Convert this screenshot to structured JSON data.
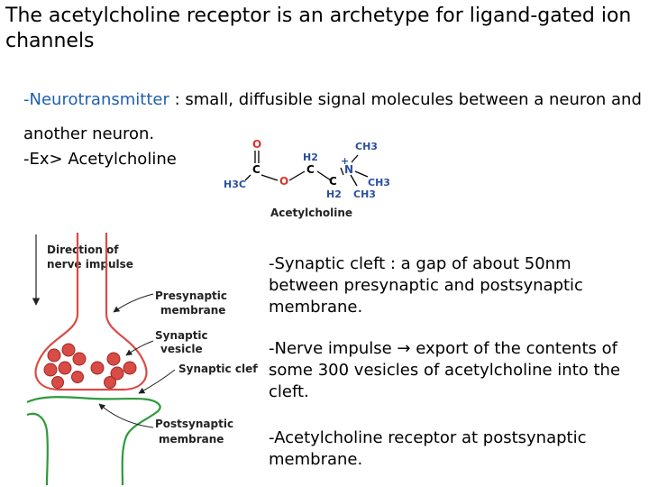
{
  "slide": {
    "title": "The acetylcholine receptor is an archetype for ligand-gated ion channels",
    "neuro_term": "-Neurotransmitter",
    "neuro_text": " : small, diffusible signal molecules between a neuron and another neuron.",
    "example": "-Ex> Acetylcholine",
    "bullets": [
      "-Synaptic cleft : a gap of about 50nm between presynaptic and postsynaptic membrane.",
      "-Nerve impulse → export of the contents of some 300 vesicles of acetylcholine into the cleft.",
      "-Acetylcholine receptor at postsynaptic membrane."
    ]
  },
  "molecule": {
    "name": "Acetylcholine",
    "labels": {
      "O_top": "O",
      "C1": "C",
      "H3C": "H3C",
      "O_ester": "O",
      "H2_a": "H2",
      "C2": "C",
      "C3": "C",
      "H2_b": "H2",
      "N": "N",
      "plus": "+",
      "CH3_top": "CH3",
      "CH3_right": "CH3",
      "CH3_bottom": "CH3"
    },
    "colors": {
      "oxygen": "#d9332b",
      "nitrogen": "#2a4fa0",
      "carbon": "#000000"
    }
  },
  "diagram": {
    "labels": {
      "direction_line1": "Direction of",
      "direction_line2": "nerve impulse",
      "pre_line1": "Presynaptic",
      "pre_line2": "membrane",
      "ves_line1": "Synaptic",
      "ves_line2": "vesicle",
      "cleft": "Synaptic cleft",
      "post_line1": "Postsynaptic",
      "post_line2": "membrane"
    },
    "colors": {
      "membrane": "#2e9a3c",
      "vesicle": "#d94b45",
      "text": "#222222"
    }
  }
}
